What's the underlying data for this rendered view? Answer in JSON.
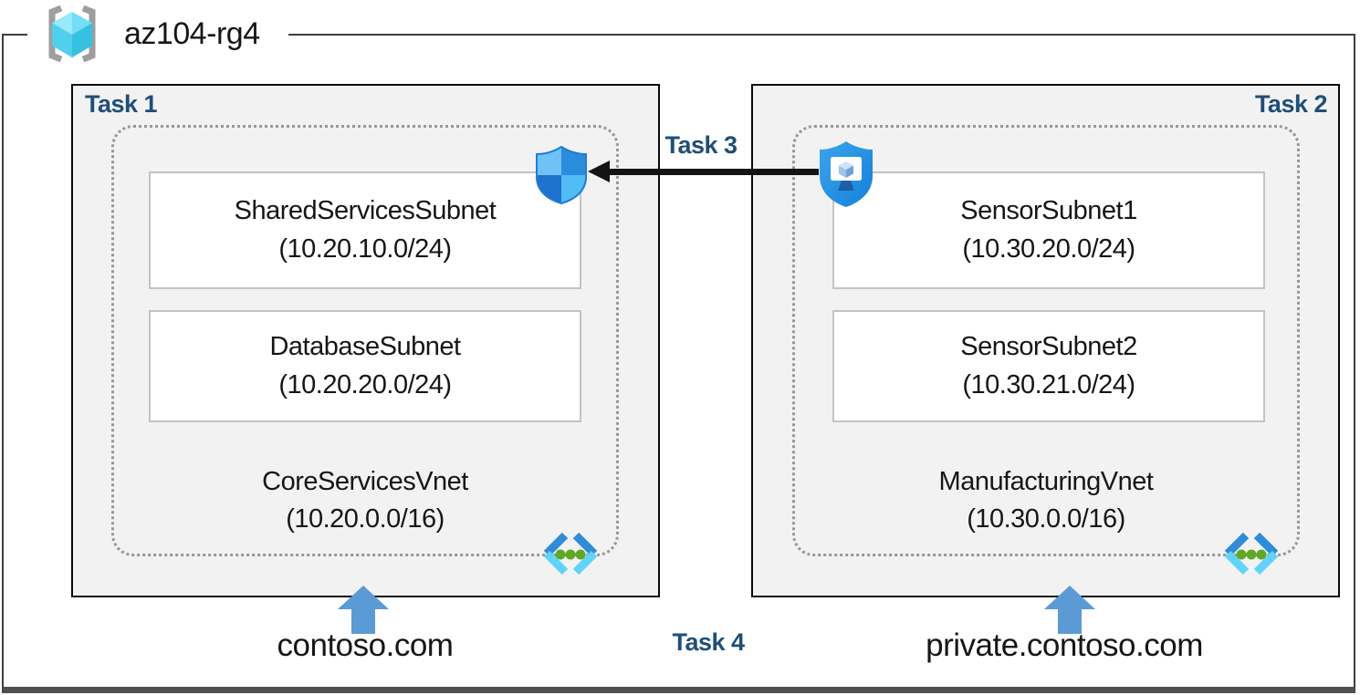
{
  "resource_group": {
    "name": "az104-rg4",
    "icon": "resource-group-brackets-cube-icon"
  },
  "task_labels": {
    "task1": "Task 1",
    "task2": "Task 2",
    "task3": "Task 3",
    "task4": "Task 4"
  },
  "vnets": [
    {
      "name": "CoreServicesVnet",
      "cidr": "(10.20.0.0/16)",
      "dns_zone": "contoso.com",
      "subnets": [
        {
          "name": "SharedServicesSubnet",
          "cidr": "(10.20.10.0/24)"
        },
        {
          "name": "DatabaseSubnet",
          "cidr": "(10.20.20.0/24)"
        }
      ]
    },
    {
      "name": "ManufacturingVnet",
      "cidr": "(10.30.0.0/16)",
      "dns_zone": "private.contoso.com",
      "subnets": [
        {
          "name": "SensorSubnet1",
          "cidr": "(10.30.20.0/24)"
        },
        {
          "name": "SensorSubnet2",
          "cidr": "(10.30.21.0/24)"
        }
      ]
    }
  ],
  "icons": {
    "nsg": "network-security-group-shield",
    "bastion": "bastion-shield-monitor",
    "vnet": "virtual-network-chevrons",
    "resource_group": "resource-group-brackets-cube"
  },
  "colors": {
    "task_label": "#1F4E79",
    "up_arrow": "#5B9BD5",
    "box_fill": "#F2F2F2",
    "connection_arrow": "#141414"
  }
}
